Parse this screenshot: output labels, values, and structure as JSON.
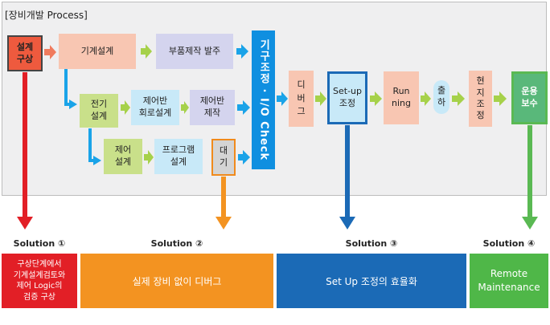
{
  "panel": {
    "title": "[장비개발 Process]"
  },
  "nodes": {
    "start": "설계\n구상",
    "mech_design": "기계설계",
    "parts_order": "부품제작 발주",
    "elec_design": "전기\n설계",
    "ctrl_panel_design": "제어반\n회로설계",
    "ctrl_panel_make": "제어반\n제작",
    "ctrl_design": "제어\n설계",
    "program_design": "프로그램\n설계",
    "wait": "대\n기",
    "assembly_check": "기구조정 · I/O Check",
    "debug": "디\n버\n그",
    "setup": "Set-up\n조정",
    "running": "Run\nning",
    "shipping": "출\n하",
    "site_adjust": "현\n지\n조\n정",
    "operation": "운용\n보수"
  },
  "solutions": [
    {
      "label": "Solution ①",
      "text": "구상단계에서\n기계설계검토와\n제어 Logic의\n검증 구상",
      "color": "#e21f26"
    },
    {
      "label": "Solution ②",
      "text": "실제 장비 없이 디버그",
      "color": "#f39321"
    },
    {
      "label": "Solution ③",
      "text": "Set Up 조정의 효율화",
      "color": "#1b6ab6"
    },
    {
      "label": "Solution ④",
      "text": "Remote\nMaintenance",
      "color": "#4fb748"
    }
  ],
  "colors": {
    "flow_arrow_green": "#a6d14a",
    "flow_arrow_blue": "#1aa3e8",
    "flow_arrow_salmon": "#f07b5d",
    "red": "#e21f26",
    "orange": "#f39321",
    "blue": "#1b6ab6",
    "green": "#5ab953"
  }
}
